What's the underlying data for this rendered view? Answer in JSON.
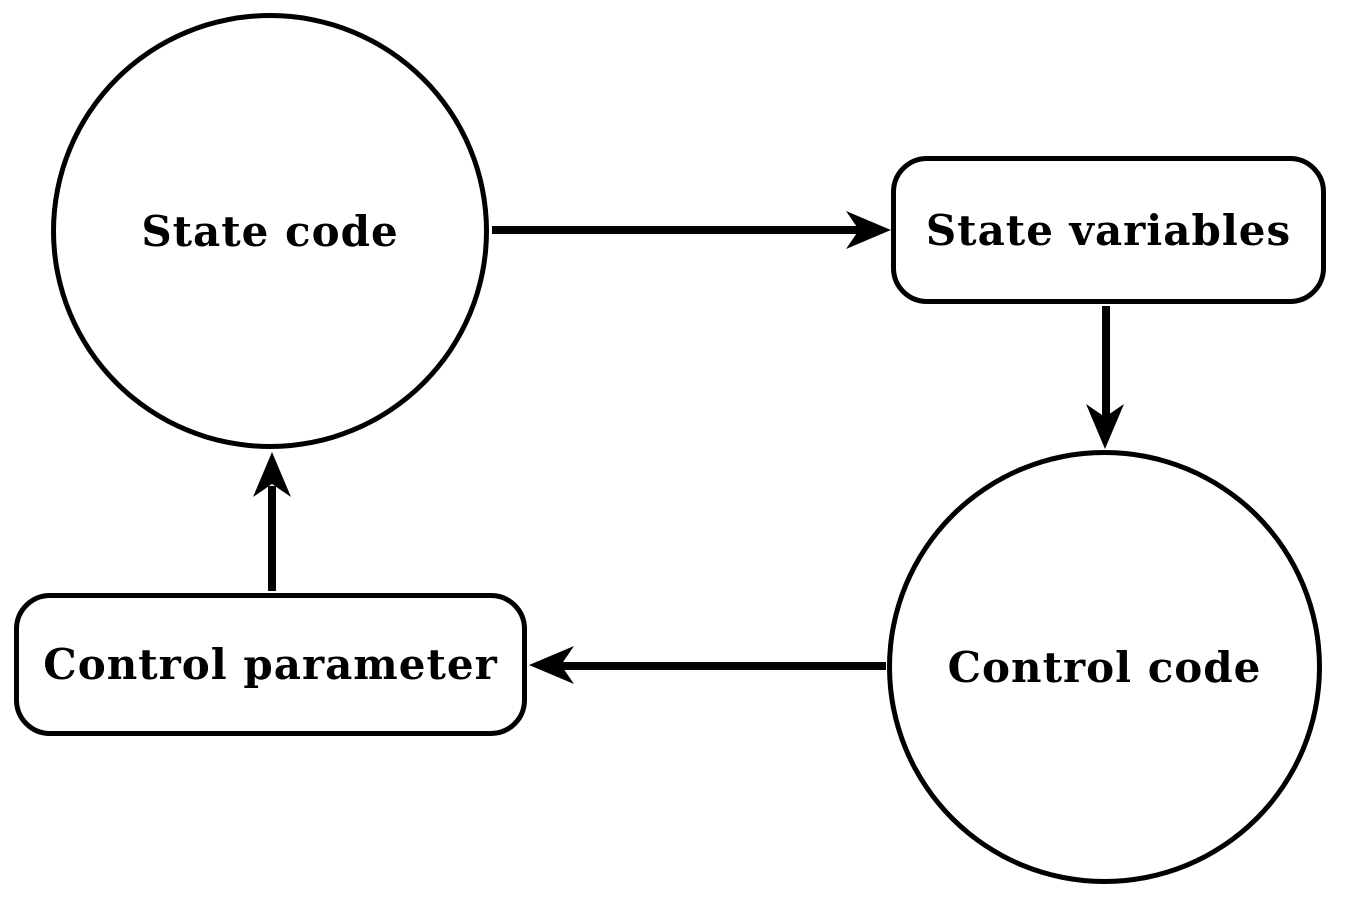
{
  "diagram": {
    "background_color": "#ffffff",
    "stroke_color": "#000000",
    "nodes": {
      "state_code": {
        "label": "State code",
        "shape": "circle"
      },
      "state_variables": {
        "label": "State variables",
        "shape": "rounded-rect"
      },
      "control_code": {
        "label": "Control code",
        "shape": "circle"
      },
      "control_parameter": {
        "label": "Control parameter",
        "shape": "rounded-rect"
      }
    },
    "arrows": [
      {
        "from": "State code",
        "to": "State variables",
        "direction": "right"
      },
      {
        "from": "State variables",
        "to": "Control code",
        "direction": "down"
      },
      {
        "from": "Control code",
        "to": "Control parameter",
        "direction": "left"
      },
      {
        "from": "Control parameter",
        "to": "State code",
        "direction": "up"
      }
    ]
  }
}
